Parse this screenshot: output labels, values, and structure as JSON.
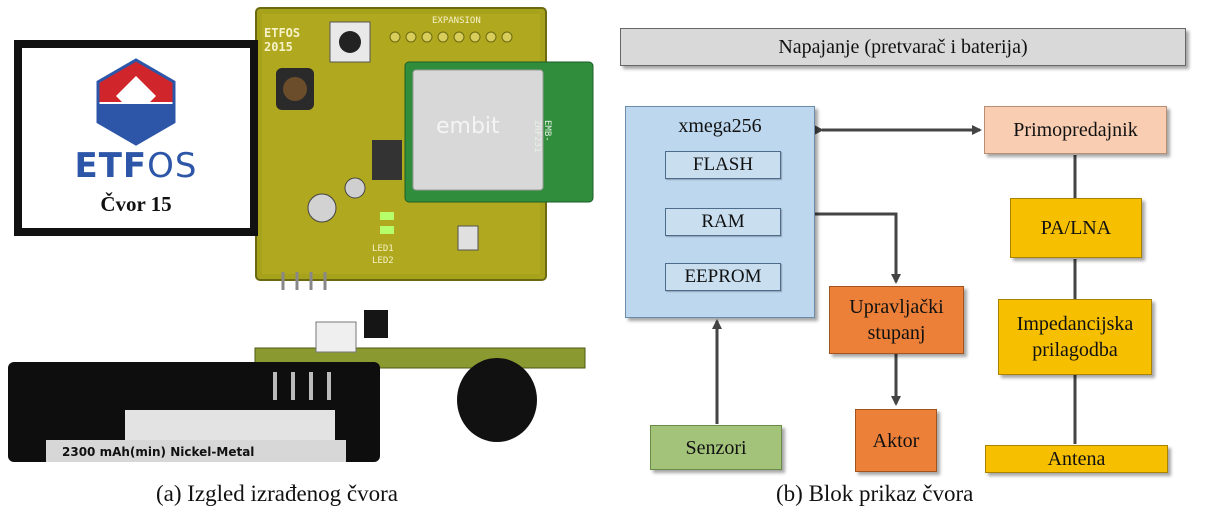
{
  "photo": {
    "card_logo_text": "ETF",
    "card_logo_text_suffix": "OS",
    "card_node_label": "Čvor 15",
    "pcb_silk_label": "ETFOS",
    "pcb_silk_year": "2015",
    "pcb_expansion_label": "EXPANSION",
    "module_brand": "embit",
    "module_part": "EMB-ZRF231",
    "led_label_1": "LED1",
    "led_label_2": "LED2",
    "battery_label": "2300 mAh(min) Nickel-Metal"
  },
  "captions": {
    "left": "(a) Izgled izrađenog čvora",
    "right": "(b) Blok prikaz čvora"
  },
  "diagram": {
    "power": "Napajanje (pretvarač i baterija)",
    "mcu": "xmega256",
    "flash": "FLASH",
    "ram": "RAM",
    "eeprom": "EEPROM",
    "transceiver": "Primopredajnik",
    "pa_lna": "PA/LNA",
    "impedance_line1": "Impedancijska",
    "impedance_line2": "prilagodba",
    "antenna": "Antena",
    "control_line1": "Upravljački",
    "control_line2": "stupanj",
    "actuator": "Aktor",
    "sensors": "Senzori"
  },
  "colors": {
    "power_fill": "#d9d9d9",
    "mcu_fill": "#bcd7ee",
    "transceiver_fill": "#f8cdb1",
    "amber_fill": "#f6c000",
    "orange_fill": "#ec8039",
    "sensor_fill": "#a4c37a",
    "pcb_green": "#9a9a1a",
    "module_green": "#2e8a3a",
    "logo_red": "#d0262b",
    "logo_blue": "#2d56a8"
  }
}
